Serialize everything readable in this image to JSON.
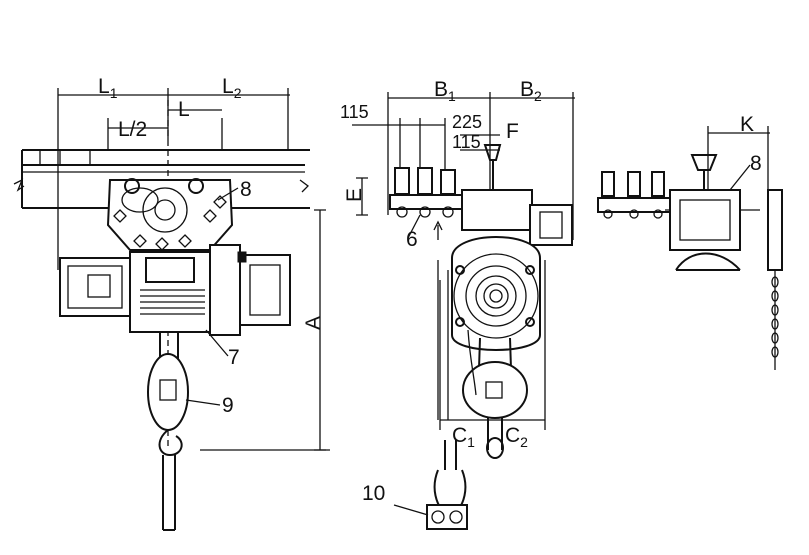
{
  "labels": {
    "L1": "L",
    "L1_sub": "1",
    "L": "L",
    "L_half": "L/2",
    "L2": "L",
    "L2_sub": "2",
    "part8_left": "8",
    "part7": "7",
    "part9": "9",
    "dim_A": "A",
    "dim_115": "115",
    "B1": "B",
    "B1_sub": "1",
    "B2": "B",
    "B2_sub": "2",
    "dim_225": "225",
    "dim_115b": "115",
    "F": "F",
    "E": "E",
    "part6": "6",
    "C1": "C",
    "C1_sub": "1",
    "C2": "C",
    "C2_sub": "2",
    "part10": "10",
    "K": "K",
    "part8_right": "8"
  }
}
